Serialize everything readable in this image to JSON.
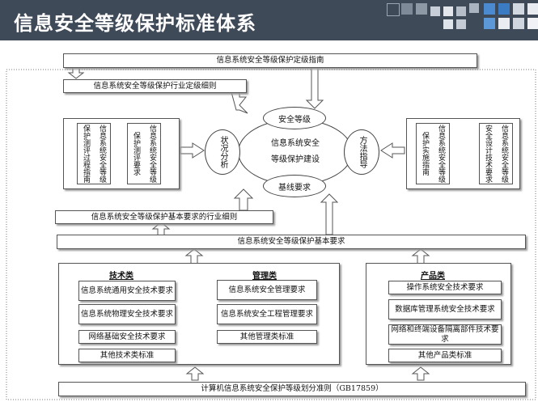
{
  "title": "信息安全等级保护标准体系",
  "guide": "信息系统安全等级保护定级指南",
  "industry_rules": "信息系统安全等级保护行业定级细则",
  "left_group": {
    "col1": "保护测评过程指南",
    "col2": "信息系统安全等级",
    "col3": "保护测评要求",
    "col4": "信息系统安全等级"
  },
  "right_group": {
    "col1": "保护实施指南",
    "col2": "信息系统安全等级",
    "col3": "安全设计技术要求",
    "col4": "信息系统安全等级"
  },
  "center": {
    "line1": "信息系统安全",
    "line2": "等级保护建设",
    "top": "安全等级",
    "bottom": "基线要求",
    "left": "状况分析",
    "right": "方法指导"
  },
  "basic_industry_rules": "信息系统安全等级保护基本要求的行业细则",
  "basic_requirements": "信息系统安全等级保护基本要求",
  "tech": {
    "heading": "技术类",
    "items": [
      "信息系统通用安全技术要求",
      "信息系统物理安全技术要求",
      "网络基础安全技术要求",
      "其他技术类标准"
    ]
  },
  "mgmt": {
    "heading": "管理类",
    "items": [
      "信息系统安全管理要求",
      "信息系统安全工程管理要求",
      "其他管理类标准"
    ]
  },
  "product": {
    "heading": "产品类",
    "items": [
      "操作系统安全技术要求",
      "数据库管理系统安全技术要求",
      "网络和终端设备隔离部件技术要求",
      "其他产品类标准"
    ]
  },
  "bottom_standard": "计算机信息系统安全保护等级划分准则（GB17859）"
}
